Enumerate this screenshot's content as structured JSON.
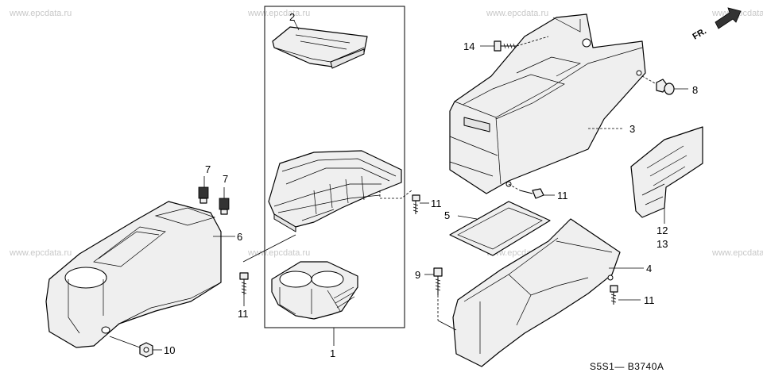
{
  "watermark": "www.epcdata.ru",
  "direction_label": "FR.",
  "diagram_code": "S5S1— B3740A",
  "callouts": {
    "c1": "1",
    "c2": "2",
    "c3": "3",
    "c4": "4",
    "c5": "5",
    "c6": "6",
    "c7a": "7",
    "c7b": "7",
    "c8": "8",
    "c9": "9",
    "c10": "10",
    "c11a": "11",
    "c11b": "11",
    "c11c": "11",
    "c11d": "11",
    "c12": "12",
    "c13": "13",
    "c14": "14"
  },
  "sticker_text": "———"
}
